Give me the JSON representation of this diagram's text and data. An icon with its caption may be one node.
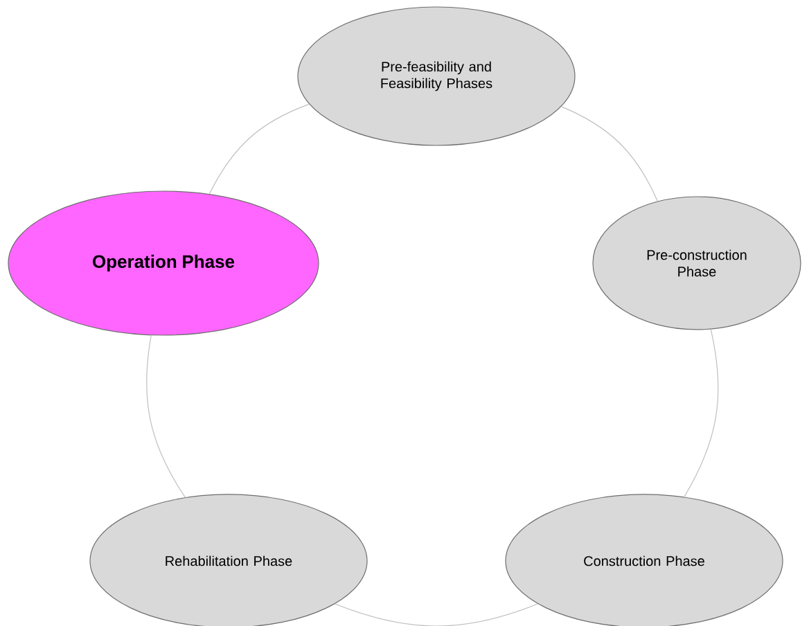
{
  "diagram": {
    "nodes": [
      {
        "text": [
          "Pre-feasibility and Feasibility Phases"
        ]
      },
      {
        "text": [
          "Operation Phase"
        ]
      },
      {
        "text": [
          "Pre-construction Phase"
        ]
      },
      {
        "text": [
          "Rehabilitation Phase"
        ]
      },
      {
        "text": [
          "Construction Phase"
        ]
      }
    ],
    "edges": [
      {
        "from": 0,
        "to": 2,
        "arrow": "none"
      },
      {
        "from": 2,
        "to": 4,
        "arrow": "none"
      },
      {
        "from": 4,
        "to": 3,
        "arrow": "none"
      },
      {
        "from": 3,
        "to": 1,
        "arrow": "none"
      },
      {
        "from": 1,
        "to": 0,
        "arrow": "none"
      }
    ]
  }
}
